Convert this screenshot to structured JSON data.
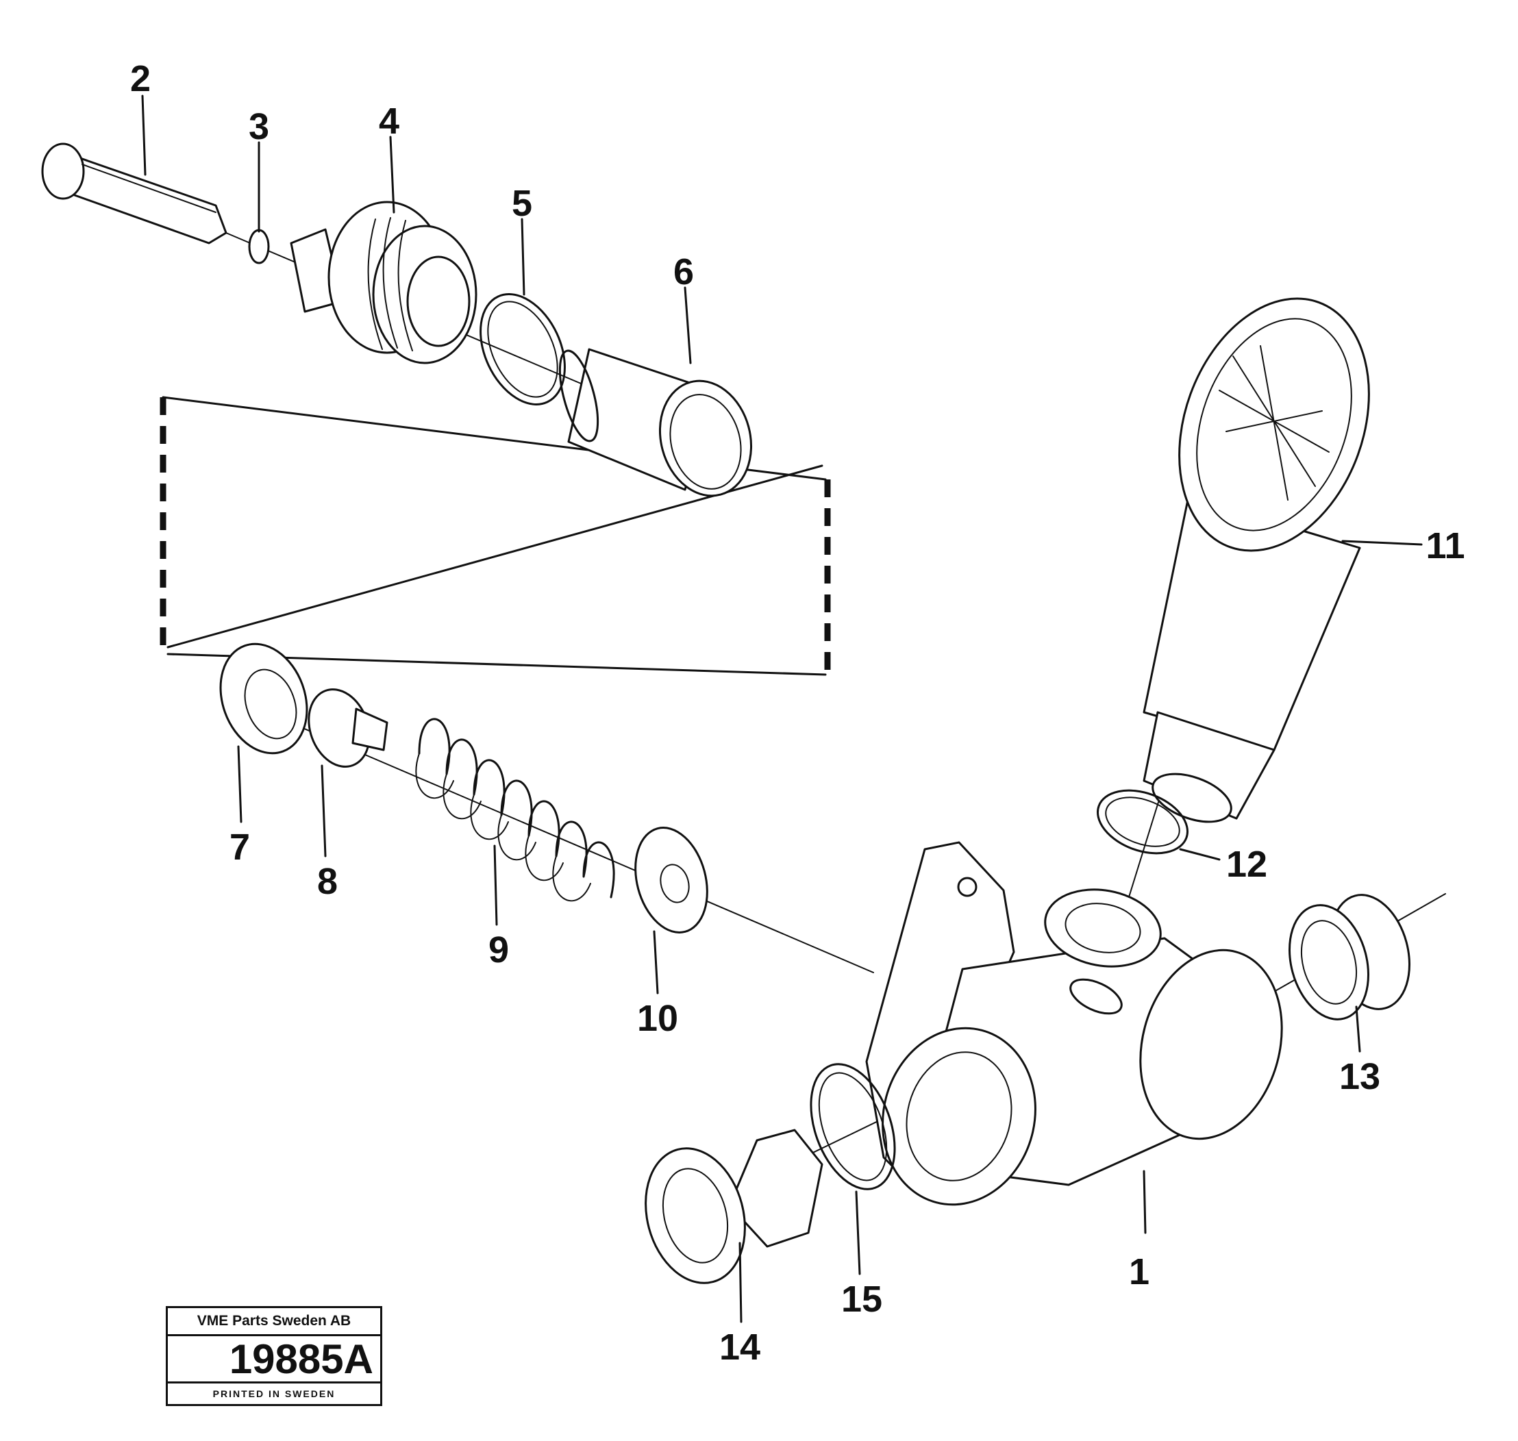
{
  "callouts": {
    "c1": "1",
    "c2": "2",
    "c3": "3",
    "c4": "4",
    "c5": "5",
    "c6": "6",
    "c7": "7",
    "c8": "8",
    "c9": "9",
    "c10": "10",
    "c11": "11",
    "c12": "12",
    "c13": "13",
    "c14": "14",
    "c15": "15"
  },
  "stamp": {
    "company": "VME Parts Sweden AB",
    "drawing_number": "19885A",
    "printed": "PRINTED IN SWEDEN"
  }
}
